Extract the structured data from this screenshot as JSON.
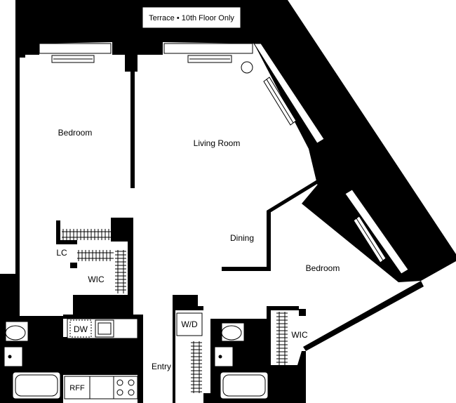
{
  "plan": {
    "terrace_label": "Terrace • 10th Floor Only",
    "rooms": {
      "bedroom_left": "Bedroom",
      "living_room": "Living Room",
      "dining": "Dining",
      "bedroom_right": "Bedroom",
      "wic_left": "WIC",
      "wic_right": "WIC",
      "linen_closet": "LC",
      "dishwasher": "DW",
      "washer_dryer": "W/D",
      "refrigerator": "RFF",
      "entry": "Entry"
    }
  }
}
